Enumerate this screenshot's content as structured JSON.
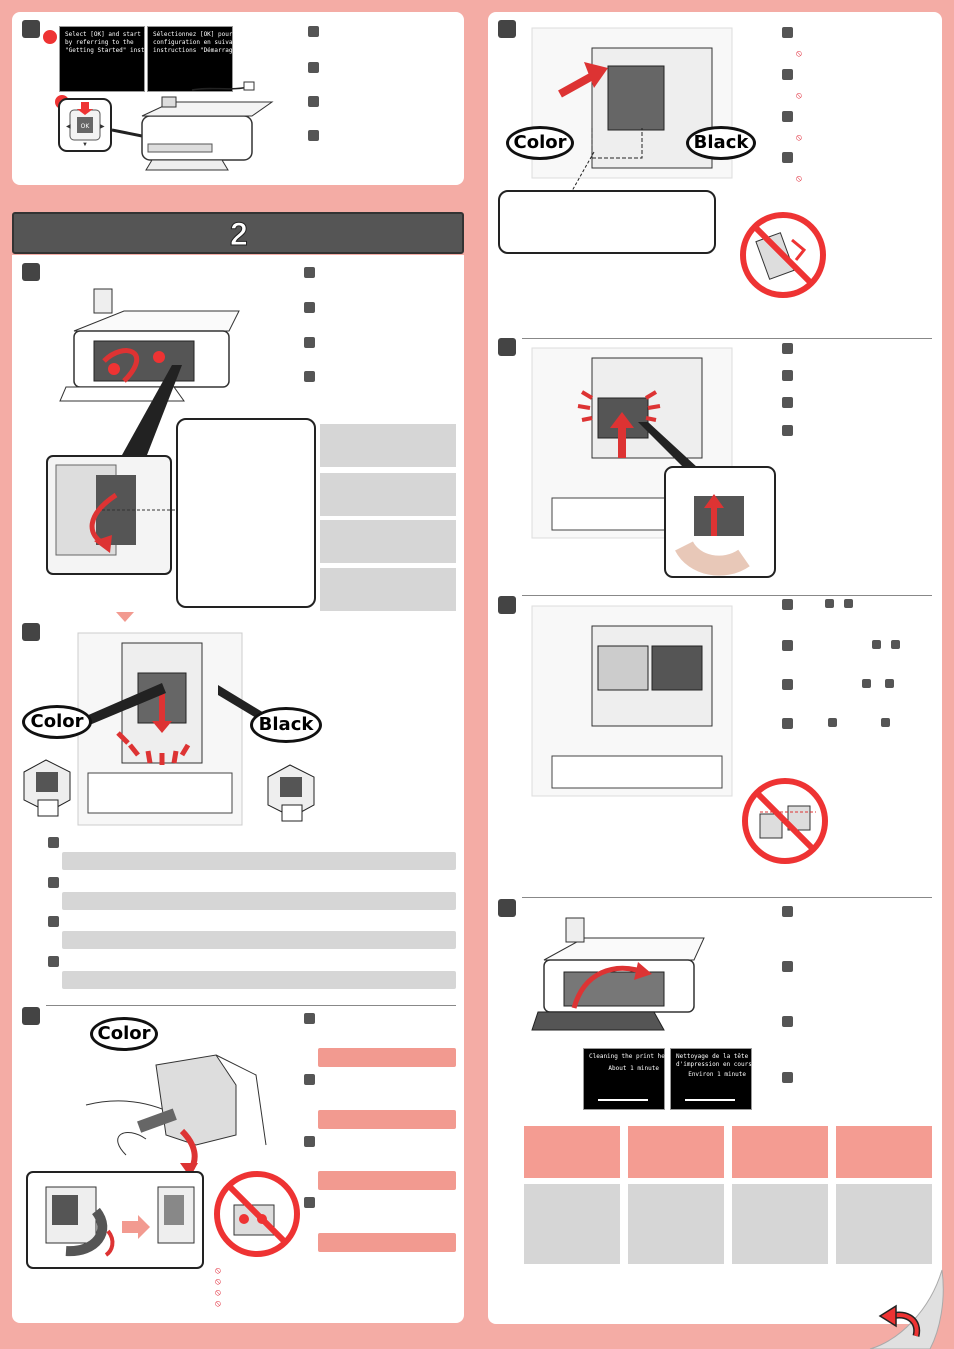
{
  "screens": {
    "setup_en": [
      "Select [OK] and start the setup",
      "by referring to the",
      "\"Getting Started\" instructions."
    ],
    "setup_fr": [
      "Sélectionnez [OK] pour lancer la",
      "configuration en suivant les",
      "instructions \"Démarrage\"."
    ],
    "cleaning_en": [
      "Cleaning the print head...",
      "About 1 minute"
    ],
    "cleaning_fr": [
      "Nettoyage de la tête",
      "d'impression en cours...",
      "Environ 1 minute"
    ]
  },
  "section": {
    "number": "2"
  },
  "labels": {
    "color": "Color",
    "black": "Black",
    "ok_key": "OK"
  },
  "colors": {
    "background": "#f4aca5",
    "header": "#555555",
    "accent_red": "#e33333",
    "gray_bar": "#d6d6d6",
    "pink_bar": "#f29a90"
  },
  "icons": [
    "prohibited-icon",
    "arrow-icon",
    "return-arrow-icon"
  ]
}
